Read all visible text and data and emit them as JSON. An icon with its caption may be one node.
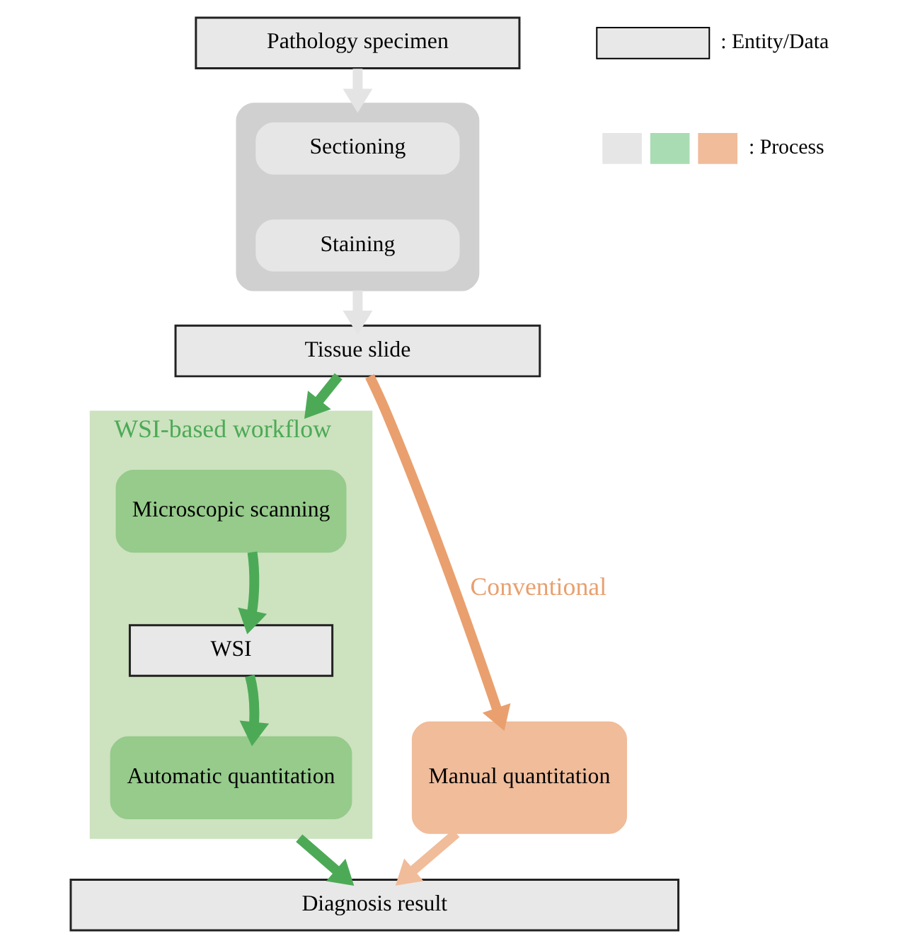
{
  "diagram": {
    "nodes": [
      {
        "text": [
          "Pathology specimen"
        ]
      },
      {
        "text": [],
        "shape": "box"
      },
      {
        "text": [
          "Sectioning"
        ],
        "in": 1
      },
      {
        "text": [
          "Staining"
        ],
        "in": 1
      },
      {
        "text": [
          "Tissue slide"
        ]
      },
      {
        "text": [
          "WSI-based workflow"
        ]
      },
      {
        "text": [
          "Microscopic scanning"
        ],
        "in": 5
      },
      {
        "text": [
          "WSI"
        ],
        "in": 5
      },
      {
        "text": [
          "Automatic quantitation"
        ],
        "in": 5
      },
      {
        "text": [
          "Manual quantitation"
        ]
      },
      {
        "text": [
          "Diagnosis result"
        ]
      }
    ],
    "edges": [
      {
        "from": 0,
        "to": 1,
        "arrow": "to",
        "color": "#e4e4e4"
      },
      {
        "from": 1,
        "to": 4,
        "arrow": "to",
        "color": "#e4e4e4"
      },
      {
        "from": 4,
        "to": 5,
        "arrow": "to",
        "color": "#4caa57"
      },
      {
        "from": 6,
        "to": 7,
        "arrow": "to",
        "color": "#4caa57"
      },
      {
        "from": 7,
        "to": 8,
        "arrow": "to",
        "color": "#4caa57"
      },
      {
        "from": 5,
        "to": 10,
        "arrow": "to",
        "color": "#4caa57"
      },
      {
        "from": 4,
        "to": 9,
        "arrow": "to",
        "label": "Conventional",
        "color": "#e9a06e"
      },
      {
        "from": 9,
        "to": 10,
        "arrow": "to",
        "color": "#f0bc9a"
      }
    ],
    "legend": [
      {
        "text": ": Entity/Data"
      },
      {
        "text": ": Process"
      }
    ]
  }
}
